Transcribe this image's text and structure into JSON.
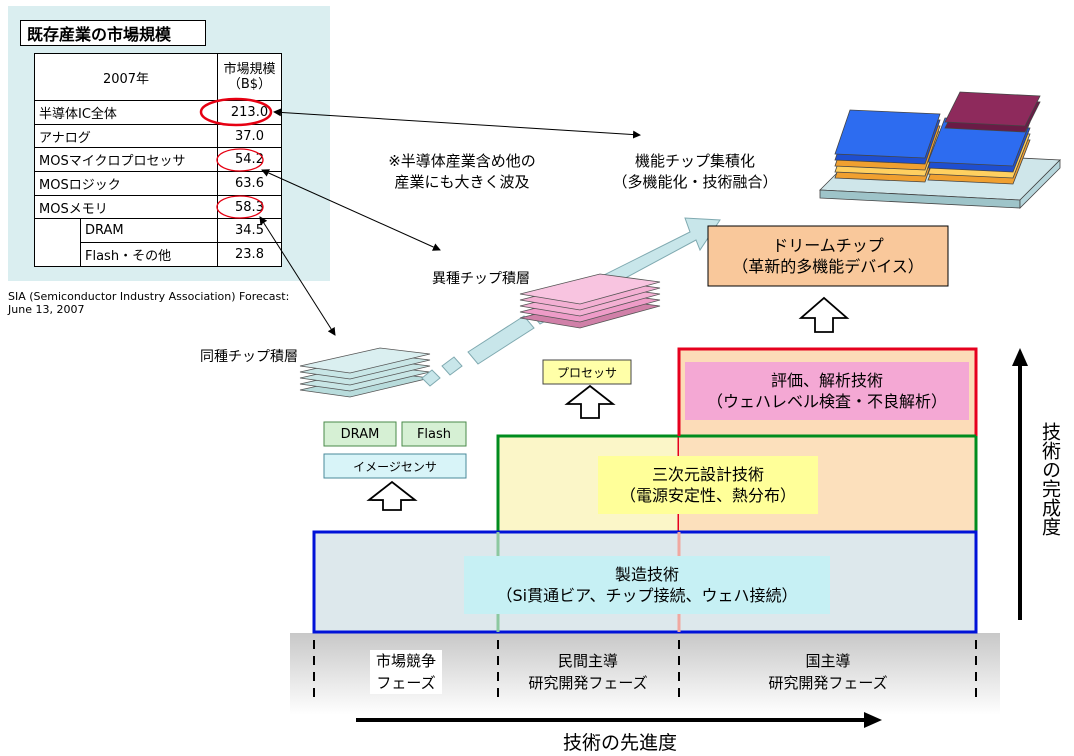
{
  "market": {
    "title": "既存産業の市場規模",
    "header_year": "2007年",
    "header_size": "市場規模",
    "header_unit": "（B$）",
    "rows": [
      {
        "name": "半導体IC全体",
        "value": "213.0"
      },
      {
        "name": "アナログ",
        "value": "37.0"
      },
      {
        "name": "MOSマイクロプロセッサ",
        "value": "54.2"
      },
      {
        "name": "MOSロジック",
        "value": "63.6"
      },
      {
        "name": "MOSメモリ",
        "value": "58.3"
      },
      {
        "name": "DRAM",
        "value": "34.5"
      },
      {
        "name": "Flash・その他",
        "value": "23.8"
      }
    ],
    "source_note_1": "SIA (Semiconductor Industry Association) Forecast:",
    "source_note_2": "June 13, 2007"
  },
  "annotation": {
    "line1": "※半導体産業含め他の",
    "line2": "産業にも大きく波及"
  },
  "stacks": {
    "homogeneous": "同種チップ積層",
    "heterogeneous": "異種チップ積層",
    "integration_line1": "機能チップ集積化",
    "integration_line2": "（多機能化・技術融合）"
  },
  "products": {
    "dram": "DRAM",
    "flash": "Flash",
    "image_sensor": "イメージセンサ",
    "processor": "プロセッサ"
  },
  "dream_chip": {
    "line1": "ドリームチップ",
    "line2": "（革新的多機能デバイス）"
  },
  "tech": {
    "evaluation_line1": "評価、解析技術",
    "evaluation_line2": "（ウェハレベル検査・不良解析）",
    "design_line1": "三次元設計技術",
    "design_line2": "（電源安定性、熱分布）",
    "manufacturing_line1": "製造技術",
    "manufacturing_line2": "（Si貫通ビア、チップ接続、ウェハ接続）"
  },
  "phases": {
    "market_line1": "市場競争",
    "market_line2": "フェーズ",
    "private_line1": "民間主導",
    "private_line2": "研究開発フェーズ",
    "national_line1": "国主導",
    "national_line2": "研究開発フェーズ"
  },
  "axes": {
    "maturity": "技術の完成度",
    "advancement": "技術の先進度"
  },
  "colors": {
    "panel": "#daeef0",
    "evaluation_border": "#e6001e",
    "design_border": "#008c1e",
    "manufacturing_border": "#0012d8",
    "dream_chip_fill": "#f9c89b",
    "highlight_circle": "#e60012"
  }
}
